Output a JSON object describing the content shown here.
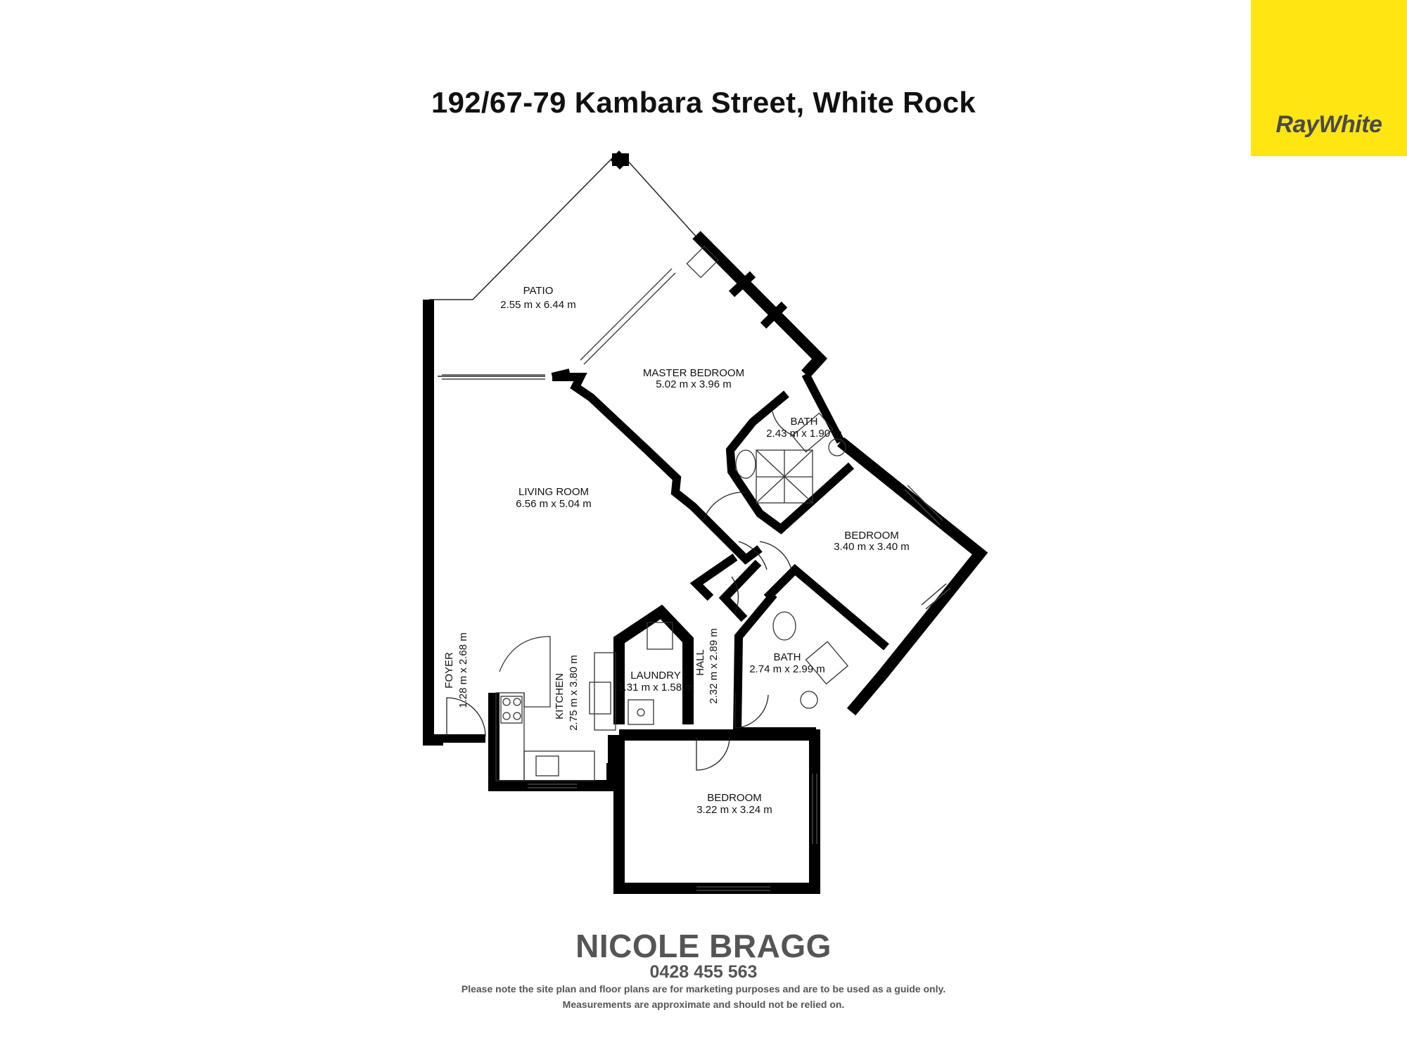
{
  "title": "192/67-79 Kambara Street, White Rock",
  "logo": {
    "text": "RayWhite",
    "color": "#ffe512"
  },
  "rooms": [
    {
      "name": "PATIO",
      "dims": "2.55 m x 6.44 m"
    },
    {
      "name": "MASTER BEDROOM",
      "dims": "5.02 m x 3.96 m"
    },
    {
      "name": "BATH",
      "dims": "2.43 m x 1.90 m"
    },
    {
      "name": "LIVING ROOM",
      "dims": "6.56 m x 5.04 m"
    },
    {
      "name": "BEDROOM",
      "dims": "3.40 m x 3.40 m"
    },
    {
      "name": "BATH",
      "dims": "2.74 m x 2.99 m"
    },
    {
      "name": "LAUNDRY",
      "dims": "1.31 m x 1.58 m"
    },
    {
      "name": "FOYER",
      "dims": "1.28 m x 2.68 m"
    },
    {
      "name": "KITCHEN",
      "dims": "2.75 m x 3.80 m"
    },
    {
      "name": "HALL",
      "dims": "2.32 m x 2.89 m"
    },
    {
      "name": "BEDROOM",
      "dims": "3.22 m x 3.24 m"
    }
  ],
  "agent": {
    "name": "NICOLE BRAGG",
    "phone": "0428 455 563"
  },
  "disclaimer": {
    "line1": "Please note the site plan and floor plans are for marketing purposes and are to be used as a guide only.",
    "line2": "Measurements are approximate and should not be relied on."
  }
}
